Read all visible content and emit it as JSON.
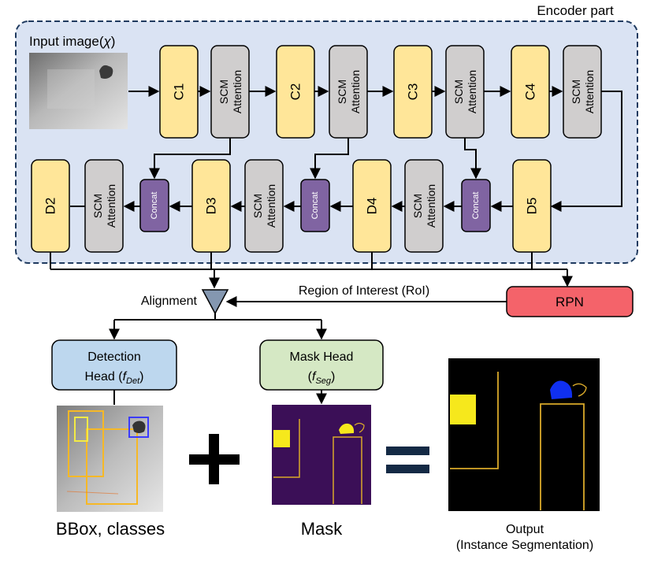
{
  "encoder": {
    "title": "Encoder part",
    "input_label": "Input image(",
    "input_symbol": "χ",
    "input_close": ")",
    "conv_blocks": [
      "C1",
      "C2",
      "C3",
      "C4"
    ],
    "decoder_blocks": [
      "D2",
      "D3",
      "D4",
      "D5"
    ],
    "scm_line1": "SCM",
    "scm_line2": "Attention",
    "concat_label": "Concat"
  },
  "roi_label": "Region of Interest (RoI)",
  "alignment_label": "Alignment",
  "rpn_label": "RPN",
  "detection_head": {
    "line1": "Detection",
    "line2": "Head (",
    "symbol": "f",
    "subscript": "Det",
    "close": ")"
  },
  "mask_head": {
    "line1": "Mask Head",
    "open": "(",
    "symbol": "f",
    "subscript": "Seg",
    "close": ")"
  },
  "results": {
    "bbox_label": "BBox, classes",
    "mask_label": "Mask",
    "output_line1": "Output",
    "output_line2": "(Instance Segmentation)"
  },
  "colors": {
    "encoder_bg": "#dae3f3",
    "conv": "#ffe699",
    "scm": "#d0cece",
    "concat": "#8064a2",
    "rpn": "#f4636a",
    "detection": "#bdd7ee",
    "mask_head": "#d5e8c4",
    "mask_bg": "#3b0f57",
    "segment_yellow": "#f6e81c",
    "segment_blue": "#1030f0"
  }
}
